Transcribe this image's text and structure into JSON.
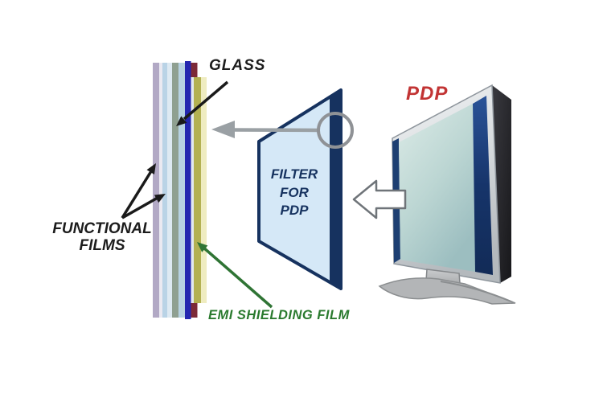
{
  "diagram": {
    "labels": {
      "glass": "GLASS",
      "functional_films_line1": "FUNCTIONAL",
      "functional_films_line2": "FILMS",
      "emi_shielding_film": "EMI SHIELDING FILM",
      "filter_line1": "FILTER",
      "filter_line2": "FOR",
      "filter_line3": "PDP",
      "pdp": "PDP"
    },
    "colors": {
      "glass_label": "#1c1c1c",
      "functional_films_label": "#1c1c1c",
      "emi_label": "#2a7a2e",
      "pdp_label": "#c23434",
      "filter_fill": "#d5e8f7",
      "filter_border": "#16325f",
      "arrow_gray": "#9aa0a4",
      "arrow_green": "#2f7434",
      "arrow_black": "#1a1a1a",
      "monitor_navy_band": "#1d3f72",
      "monitor_back": "#242428",
      "stand_gray": "#b3b5b7"
    },
    "layers": [
      {
        "name": "functional-film-outer",
        "color": "#b2a9c5"
      },
      {
        "name": "film-layer-2",
        "color": "#eae9f1"
      },
      {
        "name": "film-layer-3",
        "color": "#b9d3e6"
      },
      {
        "name": "film-layer-4",
        "color": "#dde9f2"
      },
      {
        "name": "glass-layer",
        "color": "#8fa091"
      },
      {
        "name": "film-layer-6",
        "color": "#b7d2e2"
      },
      {
        "name": "blue-stripe-layer",
        "color": "#2427b0"
      },
      {
        "name": "maroon-stripe-layer",
        "color": "#7c2a38"
      },
      {
        "name": "gap-layer",
        "color": "#e2e9f0"
      },
      {
        "name": "emi-film-layer",
        "color": "#b3b152"
      },
      {
        "name": "emi-film-layer-highlight",
        "color": "#efecc0"
      }
    ]
  }
}
